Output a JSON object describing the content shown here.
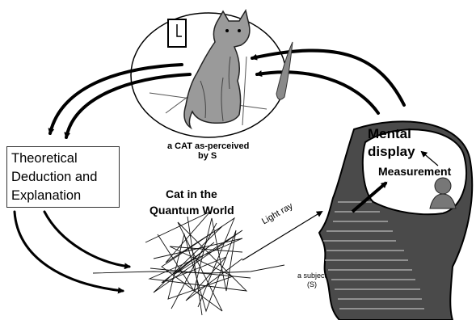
{
  "perceived_caption": {
    "line1": "a CAT as-perceived",
    "line2": "by S"
  },
  "theory_box": {
    "line1": "Theoretical",
    "line2": "Deduction and",
    "line3": "Explanation"
  },
  "quantum_title": {
    "line1": "Cat in the",
    "line2": "Quantum World"
  },
  "light_ray_label": "Light ray",
  "subject_caption": {
    "line1": "a subject",
    "line2": "(S)"
  },
  "mental_display": {
    "line1": "Mental",
    "line2": "display"
  },
  "measurement_label": "Measurement"
}
